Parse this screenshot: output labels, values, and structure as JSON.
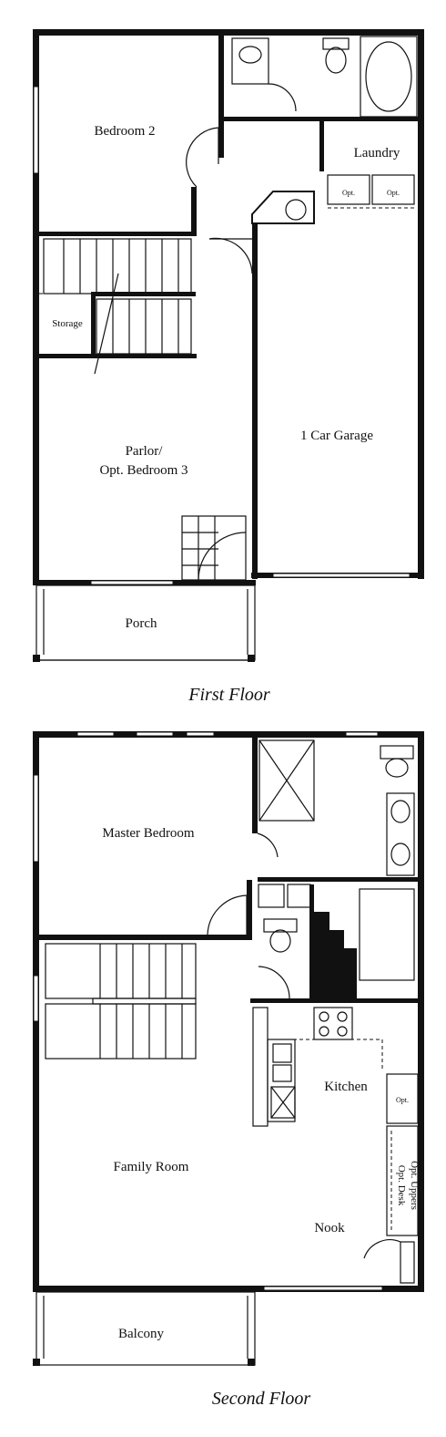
{
  "first_floor": {
    "caption": "First Floor",
    "rooms": {
      "bedroom2": "Bedroom 2",
      "laundry": "Laundry",
      "opt_left": "Opt.",
      "opt_right": "Opt.",
      "storage": "Storage",
      "garage": "1 Car Garage",
      "parlor_line1": "Parlor/",
      "parlor_line2": "Opt. Bedroom 3",
      "porch": "Porch"
    }
  },
  "second_floor": {
    "caption": "Second Floor",
    "rooms": {
      "master_bedroom": "Master Bedroom",
      "kitchen": "Kitchen",
      "opt": "Opt.",
      "opt_uppers": "Opt. Uppers",
      "opt_desk": "Opt. Desk",
      "family_room": "Family Room",
      "nook": "Nook",
      "balcony": "Balcony"
    }
  }
}
